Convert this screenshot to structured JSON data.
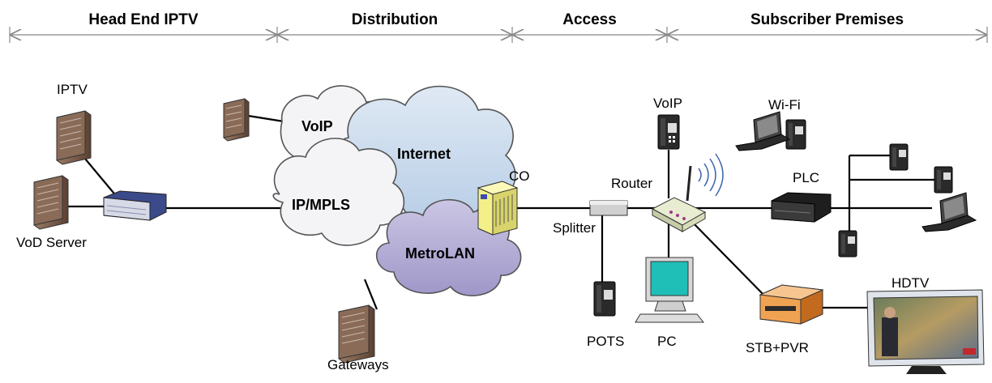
{
  "segments": {
    "head_end": "Head End IPTV",
    "distribution": "Distribution",
    "access": "Access",
    "subscriber": "Subscriber Premises"
  },
  "clouds": {
    "voip": "VoIP",
    "internet": "Internet",
    "ipmpls": "IP/MPLS",
    "metrolan": "MetroLAN"
  },
  "labels": {
    "iptv": "IPTV",
    "vod_server": "VoD Server",
    "gateways": "Gateways",
    "co": "CO",
    "splitter": "Splitter",
    "router": "Router",
    "voip": "VoIP",
    "wifi": "Wi-Fi",
    "plc": "PLC",
    "pots": "POTS",
    "pc": "PC",
    "stb": "STB+PVR",
    "hdtv": "HDTV"
  },
  "colors": {
    "cloud_white": "#f4f4f6",
    "cloud_blue": "#c8d9ec",
    "cloud_purple": "#b7b1d6",
    "server": "#7a5c4a",
    "co_yellow": "#f3f08a",
    "monitor_screen": "#1fbfb8",
    "stb_orange": "#f0a253",
    "router_body": "#e8ecd0"
  }
}
